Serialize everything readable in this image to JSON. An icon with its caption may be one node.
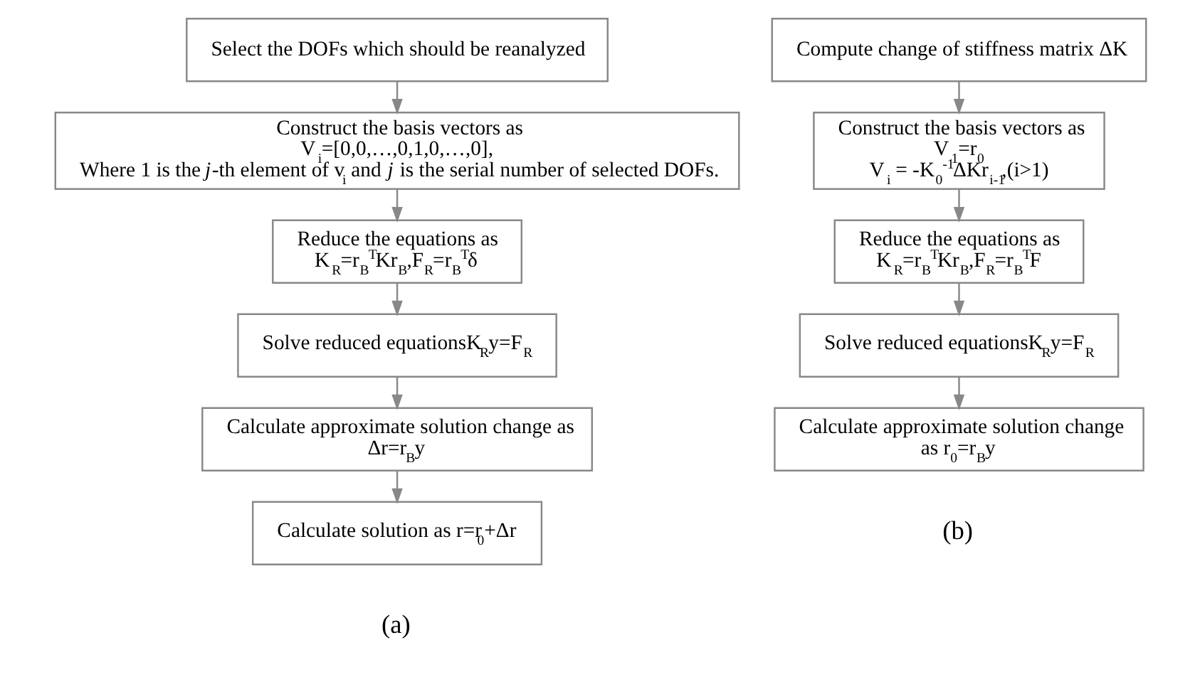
{
  "diagram": {
    "nodes": [
      {
        "text": [
          "Select the DOFs which should be reanalyzed"
        ]
      },
      {
        "text": [
          "Construct the basis vectors as",
          "V$_{i}$=[0,0,…,0,1,0,…,0],",
          "Where 1 is the *j*-th element of v$_{i}$ and *j* is the serial number of selected DOFs."
        ]
      },
      {
        "text": [
          "Reduce the equations as",
          "K$_{R}$=r$_{B}$$^{T}$Kr$_{B}$,F$_{R}$=r$_{B}$$^{T}$δ"
        ]
      },
      {
        "text": [
          "Solve reduced equationsK$_{R}$y=F$_{R}$"
        ]
      },
      {
        "text": [
          "Calculate approximate solution change as",
          "Δr=r$_{B}$y"
        ]
      },
      {
        "text": [
          "Calculate solution as r=r$_{0}$+Δr"
        ]
      },
      {
        "text": [
          "Compute change of stiffness matrix ΔK"
        ]
      },
      {
        "text": [
          "Construct the basis vectors as",
          "V$_{1}$=r$_{0}$",
          "V$_{i}$ = -K$_{0}$$^{-1}$ΔKr$_{i-1}$,(i>1)"
        ]
      },
      {
        "text": [
          "Reduce the equations as",
          "K$_{R}$=r$_{B}$$^{T}$Kr$_{B}$,F$_{R}$=r$_{B}$$^{T}$F"
        ]
      },
      {
        "text": [
          "Solve reduced equationsK$_{R}$y=F$_{R}$"
        ]
      },
      {
        "text": [
          "Calculate approximate solution change",
          "as r$_{0}$=r$_{B}$y"
        ]
      }
    ],
    "edges": [
      {
        "from": 0,
        "to": 1,
        "arrow": "to"
      },
      {
        "from": 1,
        "to": 2,
        "arrow": "to"
      },
      {
        "from": 2,
        "to": 3,
        "arrow": "to"
      },
      {
        "from": 3,
        "to": 4,
        "arrow": "to"
      },
      {
        "from": 4,
        "to": 5,
        "arrow": "to"
      },
      {
        "from": 6,
        "to": 7,
        "arrow": "to"
      },
      {
        "from": 7,
        "to": 8,
        "arrow": "to"
      },
      {
        "from": 8,
        "to": 9,
        "arrow": "to"
      },
      {
        "from": 9,
        "to": 10,
        "arrow": "to"
      }
    ],
    "labels": [
      "(a)",
      "(b)"
    ]
  }
}
